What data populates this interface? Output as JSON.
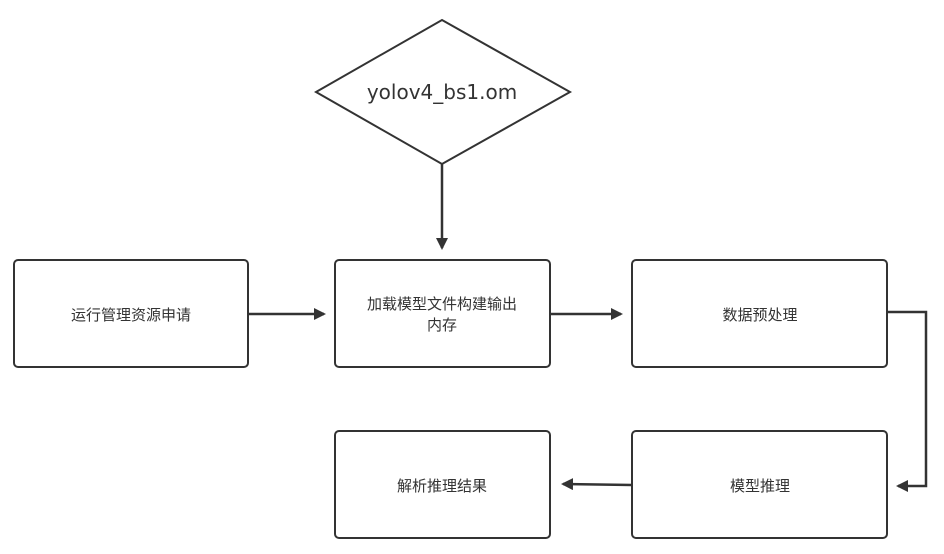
{
  "diagram": {
    "nodes": {
      "model_file": {
        "label": "yolov4_bs1.om",
        "shape": "diamond"
      },
      "resource_request": {
        "label": "运行管理资源申请",
        "shape": "rect"
      },
      "load_model": {
        "label_line1": "加载模型文件构建输出",
        "label_line2": "内存",
        "shape": "rect"
      },
      "preprocess": {
        "label": "数据预处理",
        "shape": "rect"
      },
      "inference": {
        "label": "模型推理",
        "shape": "rect"
      },
      "parse_results": {
        "label": "解析推理结果",
        "shape": "rect"
      }
    },
    "edges": [
      {
        "from": "model_file",
        "to": "load_model"
      },
      {
        "from": "resource_request",
        "to": "load_model"
      },
      {
        "from": "load_model",
        "to": "preprocess"
      },
      {
        "from": "preprocess",
        "to": "inference"
      },
      {
        "from": "inference",
        "to": "parse_results"
      }
    ],
    "colors": {
      "stroke": "#333333",
      "fill": "#ffffff",
      "text": "#333333"
    }
  }
}
